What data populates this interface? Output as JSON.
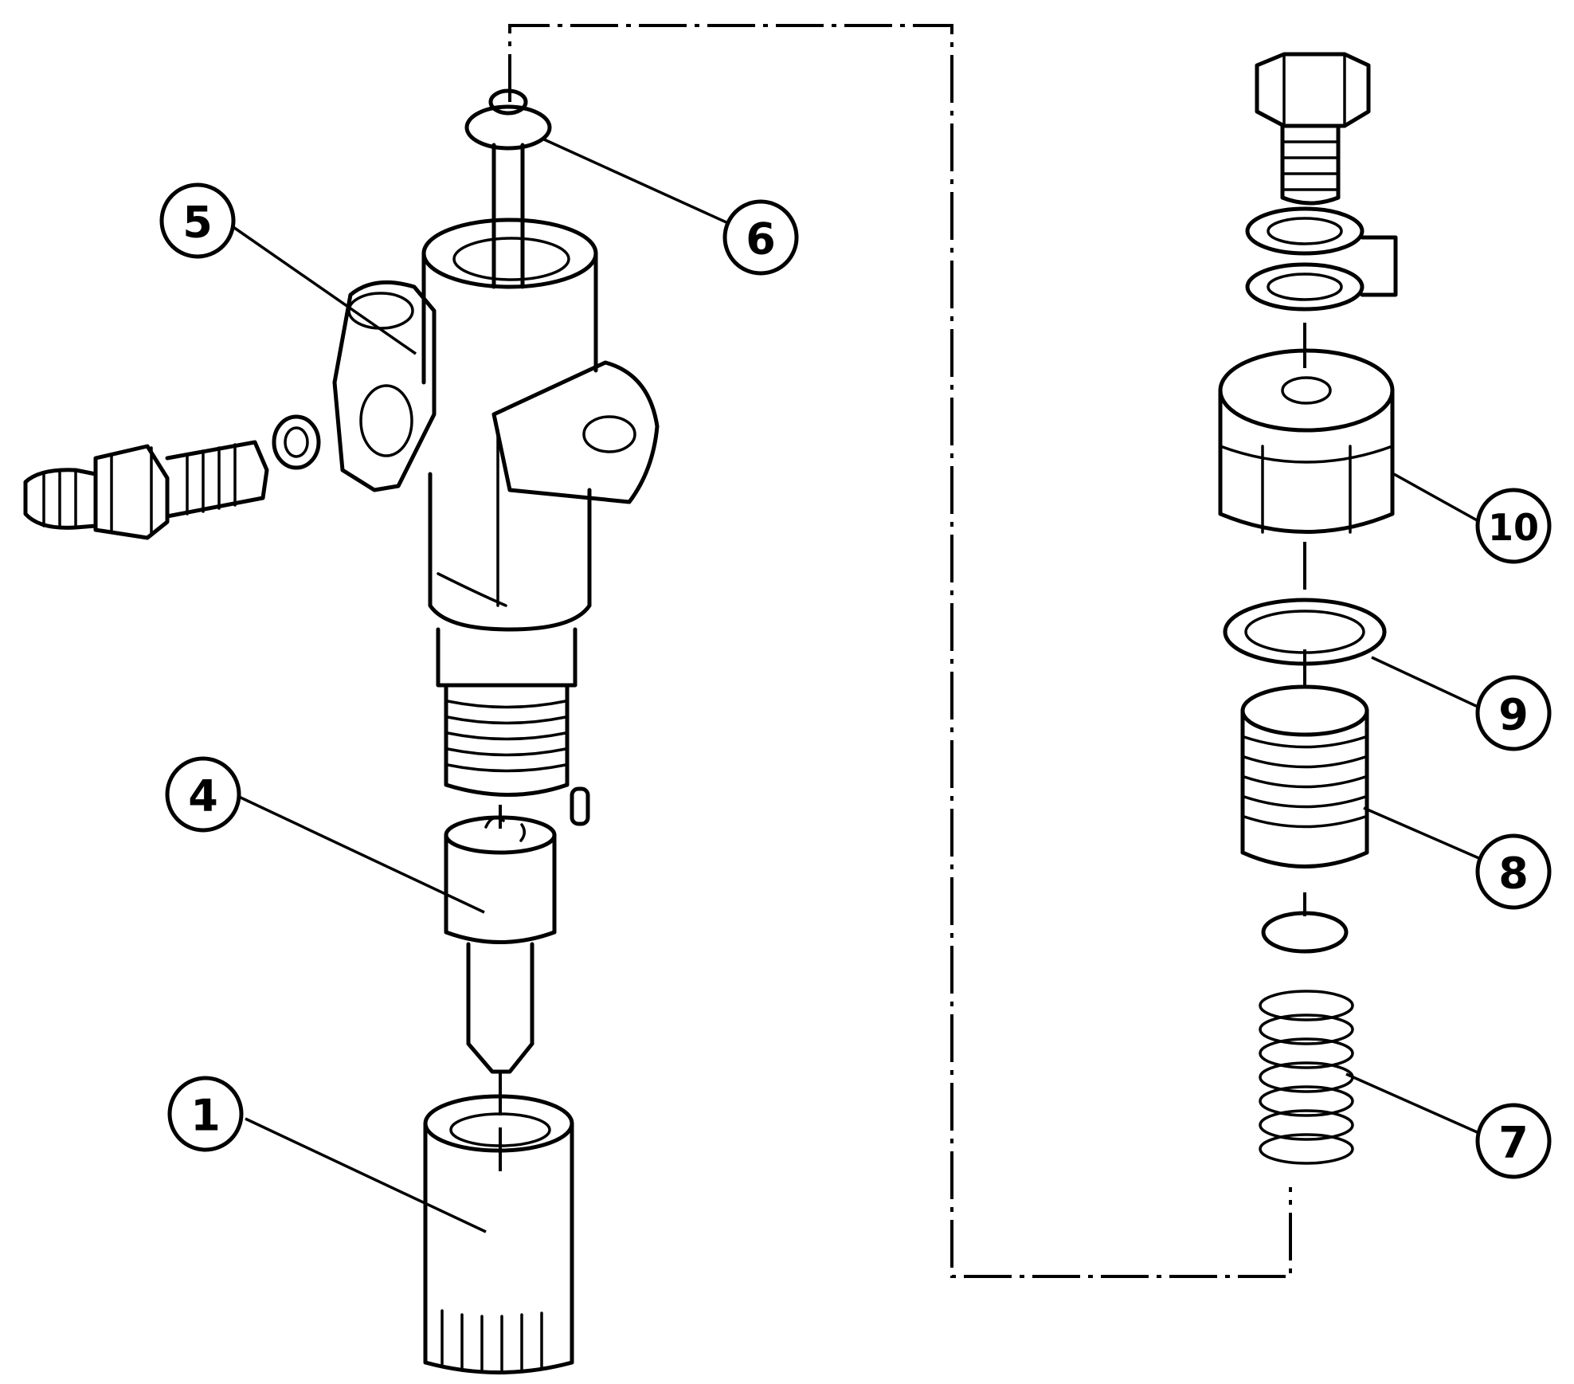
{
  "callouts": [
    {
      "id": "1",
      "label": "1"
    },
    {
      "id": "4",
      "label": "4"
    },
    {
      "id": "5",
      "label": "5"
    },
    {
      "id": "6",
      "label": "6"
    },
    {
      "id": "7",
      "label": "7"
    },
    {
      "id": "8",
      "label": "8"
    },
    {
      "id": "9",
      "label": "9"
    },
    {
      "id": "10",
      "label": "10"
    }
  ]
}
